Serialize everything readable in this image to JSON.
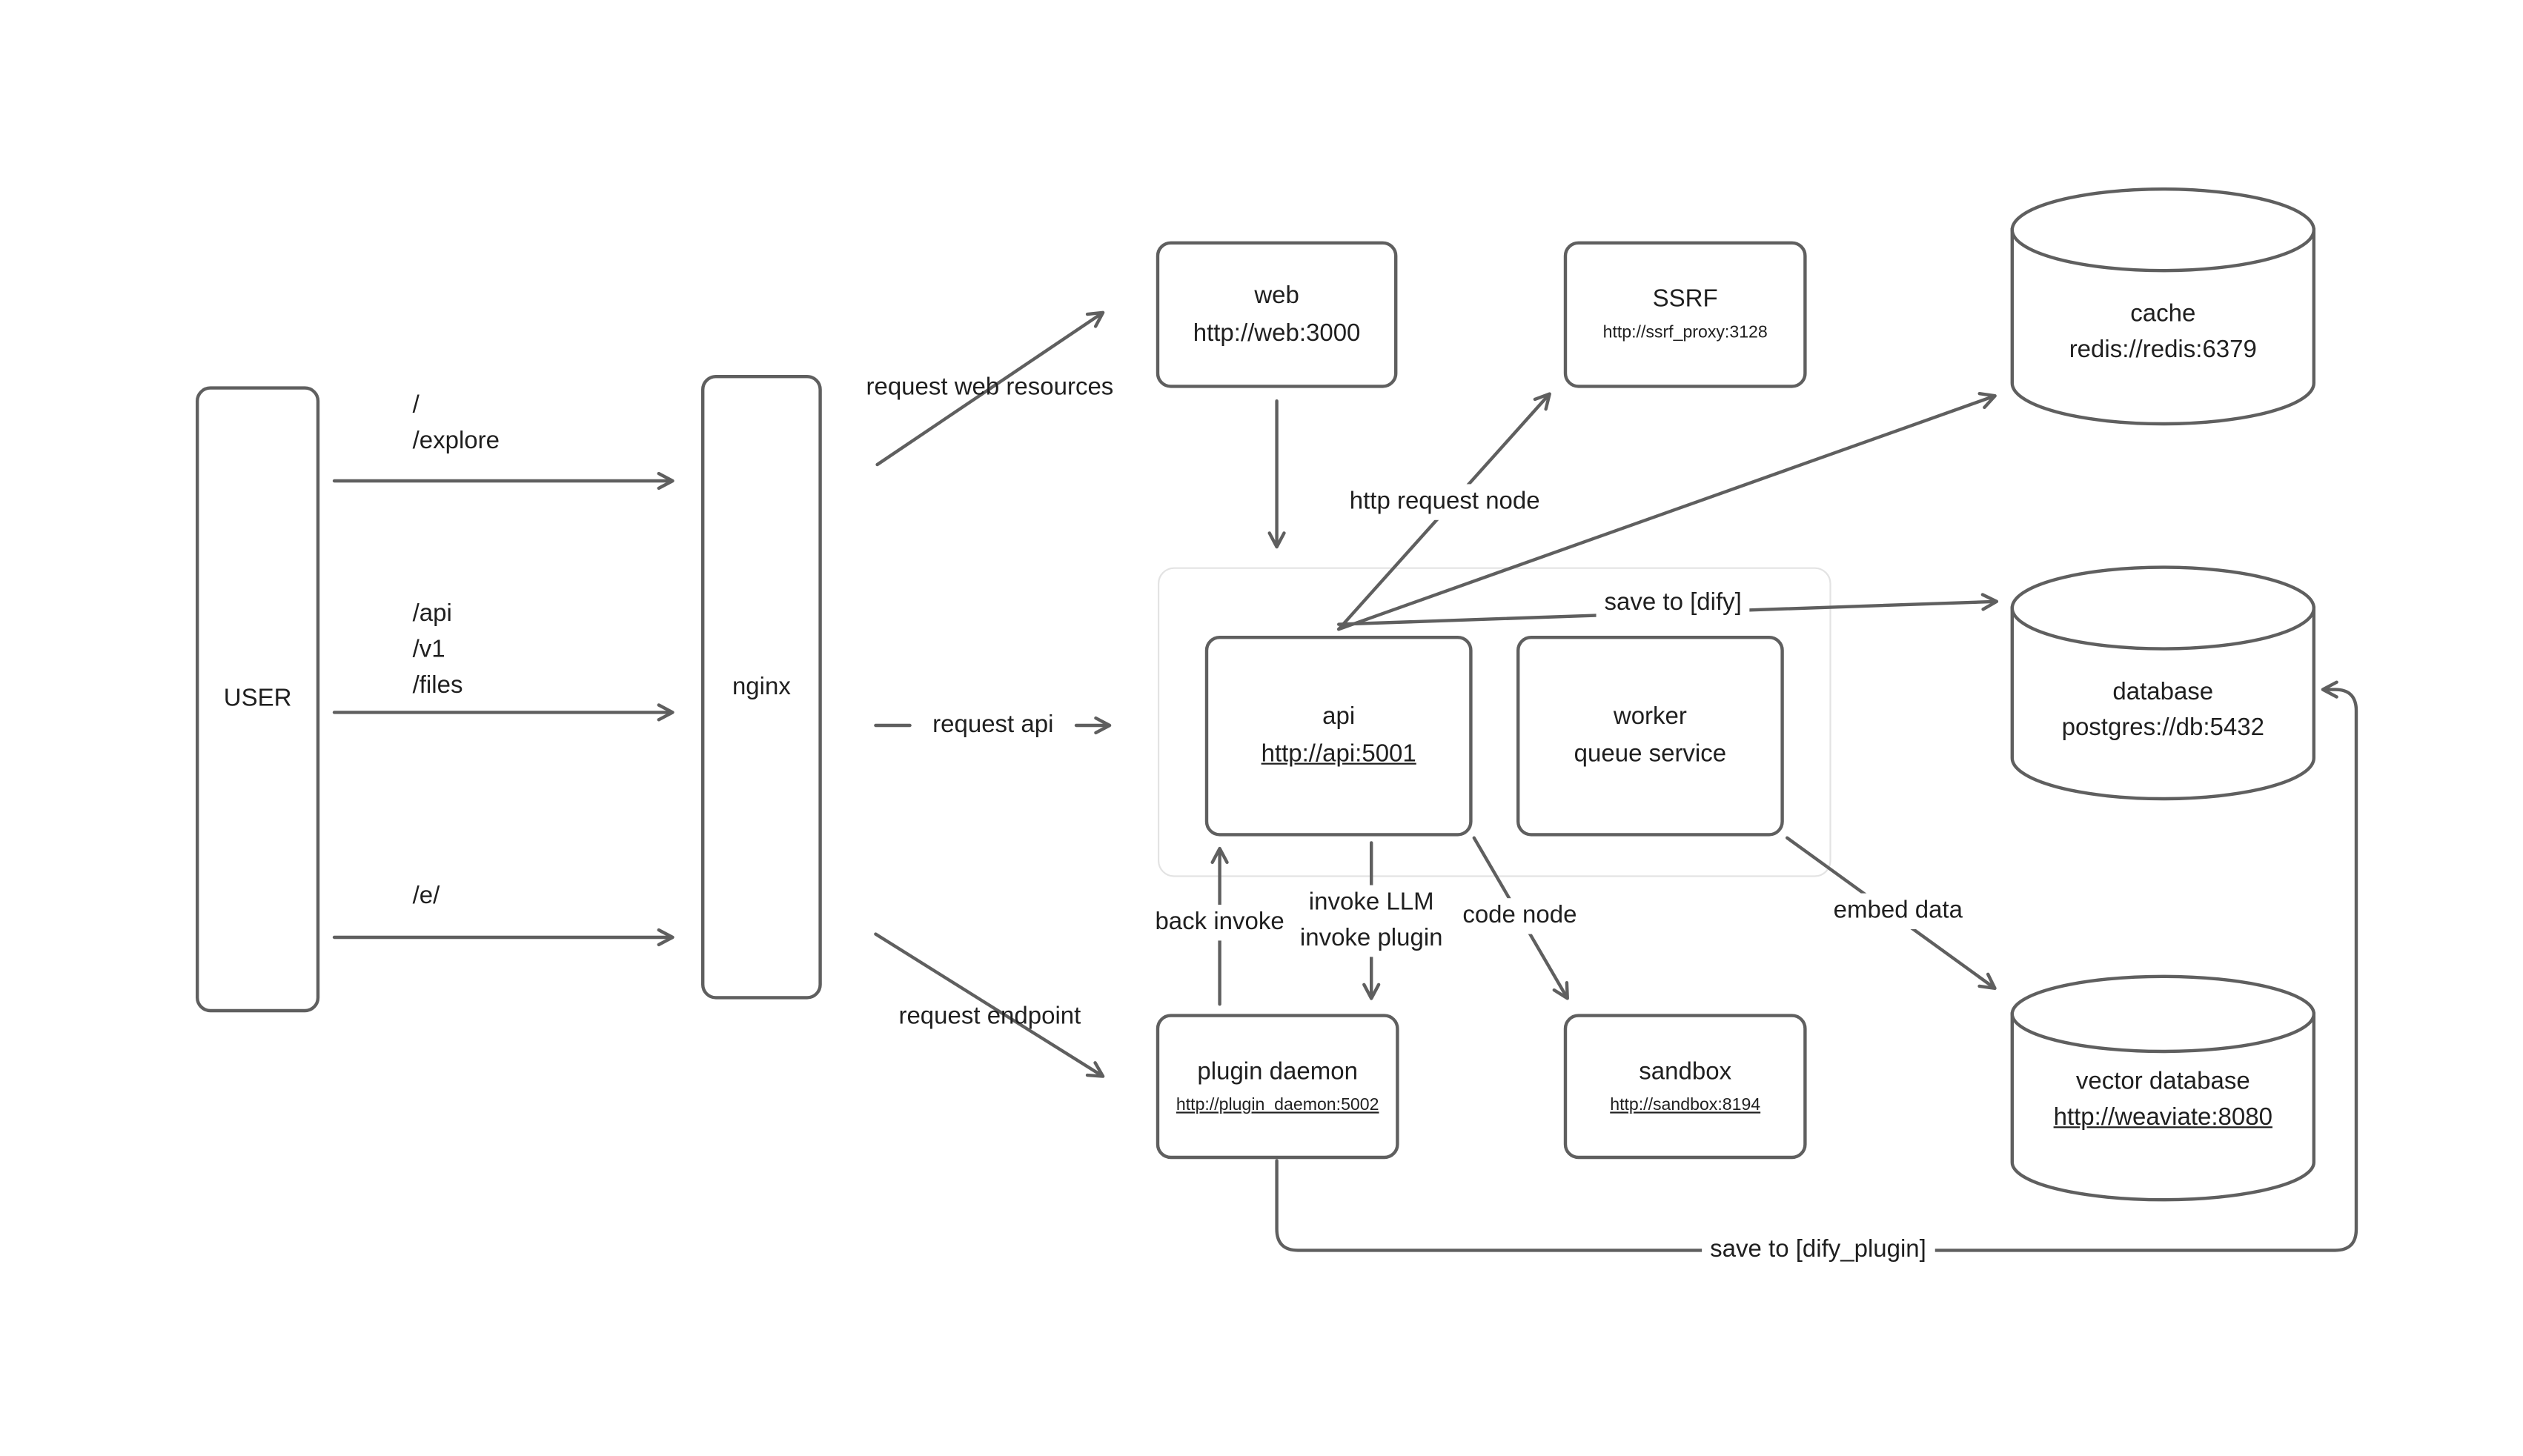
{
  "colors": {
    "stroke": "#5f5f5f",
    "text": "#1f1f1f",
    "background": "#ffffff",
    "group_border": "#e3e3e3"
  },
  "nodes": {
    "user": {
      "label": "USER"
    },
    "nginx": {
      "label": "nginx"
    },
    "web": {
      "title": "web",
      "url": "http://web:3000"
    },
    "ssrf": {
      "title": "SSRF",
      "url": "http://ssrf_proxy:3128"
    },
    "cache": {
      "title": "cache",
      "url": "redis://redis:6379"
    },
    "api": {
      "title": "api",
      "url": "http://api:5001"
    },
    "worker": {
      "title": "worker",
      "subtitle": "queue service"
    },
    "database": {
      "title": "database",
      "url": "postgres://db:5432"
    },
    "plugin_daemon": {
      "title": "plugin daemon",
      "url": "http://plugin_daemon:5002"
    },
    "sandbox": {
      "title": "sandbox",
      "url": "http://sandbox:8194"
    },
    "vector_database": {
      "title": "vector database",
      "url": "http://weaviate:8080"
    }
  },
  "edges": {
    "route_root": "/",
    "route_explore": "/explore",
    "route_api": "/api",
    "route_v1": "/v1",
    "route_files": "/files",
    "route_e": "/e/",
    "request_web_resources": "request web resources",
    "request_api": "request api",
    "request_endpoint": "request endpoint",
    "http_request_node": "http request node",
    "save_to_dify": "save to [dify]",
    "back_invoke": "back invoke",
    "invoke_llm": "invoke LLM",
    "invoke_plugin": "invoke plugin",
    "code_node": "code node",
    "embed_data": "embed data",
    "save_to_dify_plugin": "save to [dify_plugin]"
  }
}
